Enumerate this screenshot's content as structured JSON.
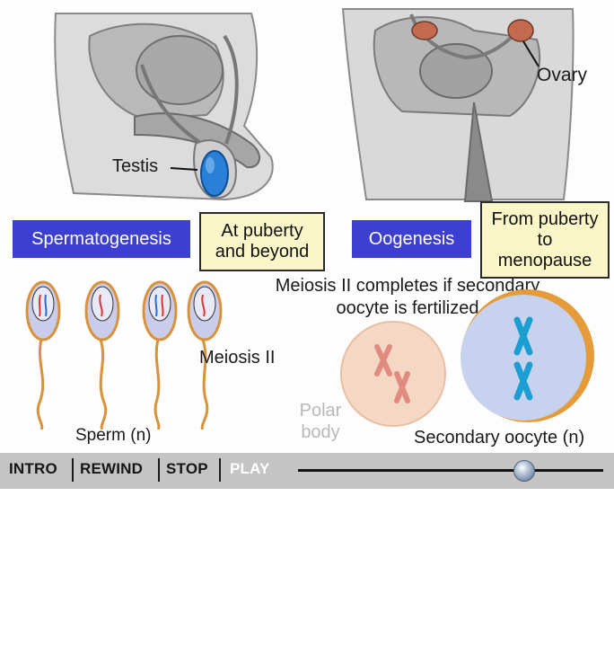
{
  "male": {
    "testis_label": "Testis",
    "process_label": "Spermatogenesis",
    "timing_label": "At puberty and beyond",
    "meiosis_label": "Meiosis II",
    "sperm_label": "Sperm (n)"
  },
  "female": {
    "ovary_label": "Ovary",
    "process_label": "Oogenesis",
    "timing_label": "From puberty to menopause",
    "meiosis_note": "Meiosis II completes if secondary oocyte is fertilized",
    "polar_body_label": "Polar body",
    "oocyte_label": "Secondary oocyte (n)"
  },
  "controls": {
    "intro": "INTRO",
    "rewind": "REWIND",
    "stop": "STOP",
    "play": "PLAY",
    "progress": 0.74
  },
  "colors": {
    "process_box": "#3c3fd0",
    "timing_box": "#fbf6c7",
    "oocyte": "#c6d2ee",
    "chromosome": "#1c9fd0",
    "polar_body": "#f4d8c4"
  }
}
